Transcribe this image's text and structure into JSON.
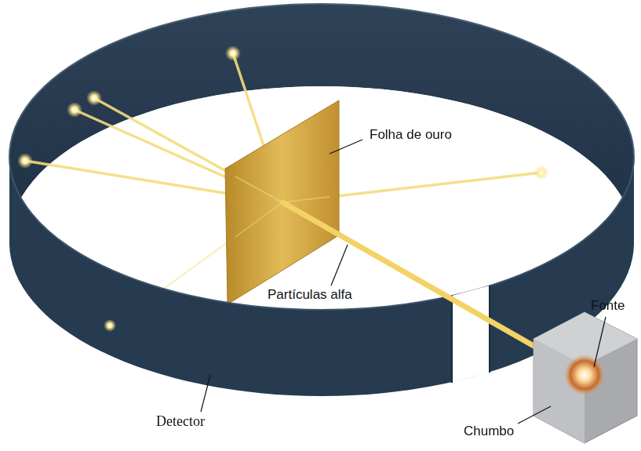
{
  "diagram": {
    "labels": [
      "Folha de ouro",
      "Partículas alfa",
      "Fonte",
      "Detector",
      "Chumbo"
    ]
  }
}
